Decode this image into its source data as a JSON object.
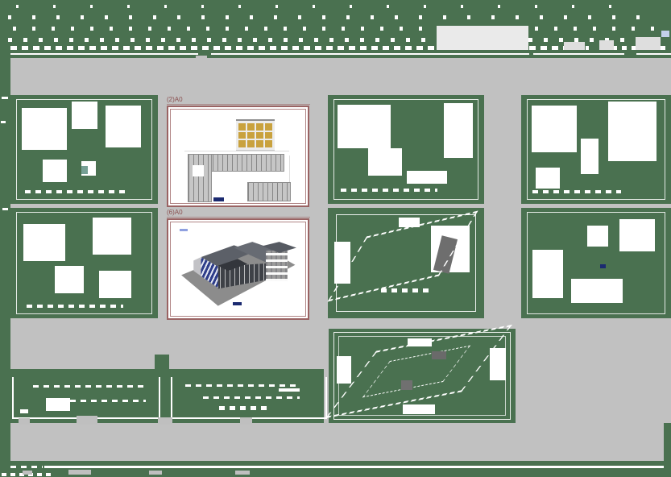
{
  "canvas": {
    "sheet_previews": [
      {
        "label": "(2)A0",
        "type": "floor-plan-sheet"
      },
      {
        "label": "(6)A0",
        "type": "3d-view-sheet"
      }
    ]
  },
  "colors": {
    "transparent_background": "#4a7150",
    "canvas_grey": "#c1c1c1",
    "ribbon_block_grey": "#eaeaea",
    "sheet_border_maroon": "#9a6363",
    "sheet_label_maroon": "#8a4f4f",
    "plan_grey": "#c6c6c6",
    "elevation_window_tan": "#c9a23e",
    "facade_stripe_blue": "#2e3d8a",
    "building_mass_grey": "#5c6068",
    "ground_slab_grey": "#8c8c8c",
    "mark_navy": "#1b2a70",
    "fragment_blue": "#b9c8e2"
  }
}
